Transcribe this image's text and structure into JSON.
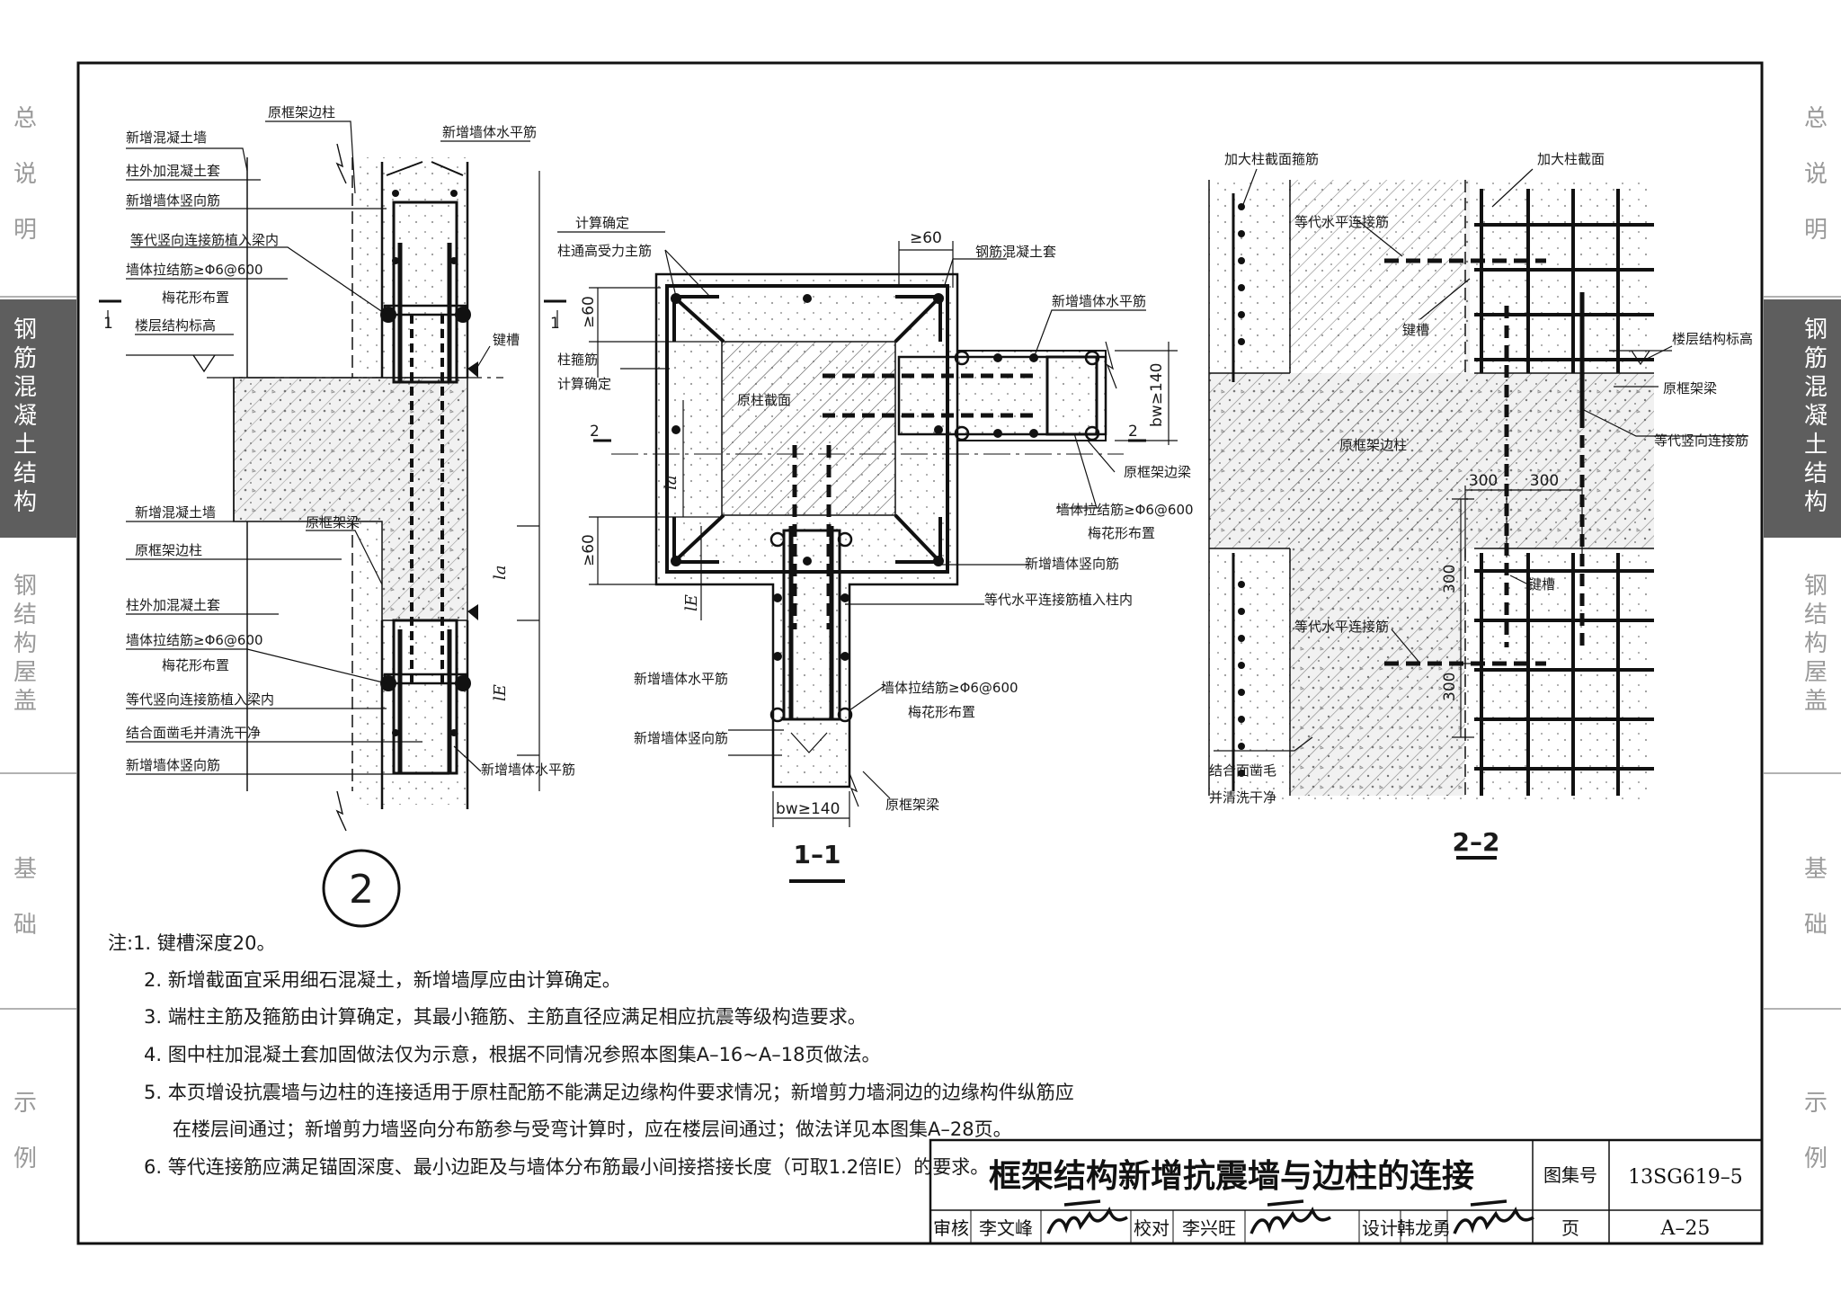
{
  "side_tabs": [
    {
      "label": "总说明",
      "active": false
    },
    {
      "label": "钢筋混凝土结构",
      "active": true
    },
    {
      "label": "钢结构屋盖",
      "active": false
    },
    {
      "label": "基础",
      "active": false
    },
    {
      "label": "示例",
      "active": false
    }
  ],
  "colors": {
    "active_tab_bg": "#5e5e5e",
    "active_tab_text": "#ffffff",
    "line": "#1a1a1a"
  },
  "detail2": {
    "labels": {
      "new_wall_top": "新增混凝土墙",
      "orig_col_top": "原框架边柱",
      "jacket_top": "柱外加混凝土套",
      "vert_bar_top": "新增墙体竖向筋",
      "dowel_beam_top": "等代竖向连接筋植入梁内",
      "tie_top": "墙体拉结筋≥Φ6@600",
      "plum_top": "梅花形布置",
      "floor_level": "楼层结构标高",
      "horiz_bar_top": "新增墙体水平筋",
      "keyway": "键槽",
      "new_wall_bot": "新增混凝土墙",
      "orig_beam": "原框架梁",
      "orig_col_bot": "原框架边柱",
      "jacket_bot": "柱外加混凝土套",
      "tie_bot": "墙体拉结筋≥Φ6@600",
      "plum_bot": "梅花形布置",
      "dowel_beam_bot": "等代竖向连接筋植入梁内",
      "rough": "结合面凿毛并清洗干净",
      "vert_bar_bot": "新增墙体竖向筋",
      "horiz_bar_bot": "新增墙体水平筋",
      "cut_mark": "1",
      "dim_la": "la",
      "dim_lae": "lE"
    },
    "number": "2"
  },
  "section11": {
    "labels": {
      "calc_main": "计算确定",
      "calc_main2": "柱通高受力主筋",
      "ge60_top": "≥60",
      "rc_jacket": "钢筋混凝土套",
      "horiz_bar": "新增墙体水平筋",
      "stirrup": "柱箍筋",
      "stirrup2": "计算确定",
      "ge60_left": "≥60",
      "orig_section": "原柱截面",
      "bw_right": "bw≥140",
      "orig_beam_edge": "原框架边梁",
      "tie": "墙体拉结筋≥Φ6@600",
      "plum": "梅花形布置",
      "ge60_left2": "≥60",
      "vert_bar": "新增墙体竖向筋",
      "dowel_col": "等代水平连接筋植入柱内",
      "horiz_bar2": "新增墙体水平筋",
      "tie2": "墙体拉结筋≥Φ6@600",
      "plum2": "梅花形布置",
      "vert_bar2": "新增墙体竖向筋",
      "bw_bottom": "bw≥140",
      "orig_beam": "原框架梁",
      "cut2": "2",
      "dim_la": "la",
      "dim_lae": "lE"
    },
    "title": "1–1"
  },
  "section22": {
    "labels": {
      "stirrup": "加大柱截面箍筋",
      "enlarged": "加大柱截面",
      "horiz_dowel": "等代水平连接筋",
      "keyway": "键槽",
      "floor_level": "楼层结构标高",
      "orig_beam": "原框架梁",
      "orig_col": "原框架边柱",
      "vert_dowel": "等代竖向连接筋",
      "d300a": "300",
      "d300b": "300",
      "d300c": "300",
      "d300d": "300",
      "keyway2": "键槽",
      "horiz_dowel2": "等代水平连接筋",
      "rough1": "结合面凿毛",
      "rough2": "并清洗干净"
    },
    "title": "2–2"
  },
  "notes": [
    "注:1. 键槽深度20。",
    "2. 新增截面宜采用细石混凝土，新增墙厚应由计算确定。",
    "3. 端柱主筋及箍筋由计算确定，其最小箍筋、主筋直径应满足相应抗震等级构造要求。",
    "4. 图中柱加混凝土套加固做法仅为示意，根据不同情况参照本图集A–16~A–18页做法。",
    "5. 本页增设抗震墙与边柱的连接适用于原柱配筋不能满足边缘构件要求情况；新增剪力墙洞边的边缘构件纵筋应",
    "在楼层间通过；新增剪力墙竖向分布筋参与受弯计算时，应在楼层间通过；做法详见本图集A–28页。",
    "6. 等代连接筋应满足锚固深度、最小边距及与墙体分布筋最小间接搭接长度（可取1.2倍lE）的要求。"
  ],
  "title_block": {
    "title": "框架结构新增抗震墙与边柱的连接",
    "atlas_label": "图集号",
    "atlas_no": "13SG619–5",
    "review_label": "审核",
    "reviewer": "李文峰",
    "check_label": "校对",
    "checker": "李兴旺",
    "design_label": "设计",
    "designer": "韩龙勇",
    "page_label": "页",
    "page_no": "A–25"
  }
}
